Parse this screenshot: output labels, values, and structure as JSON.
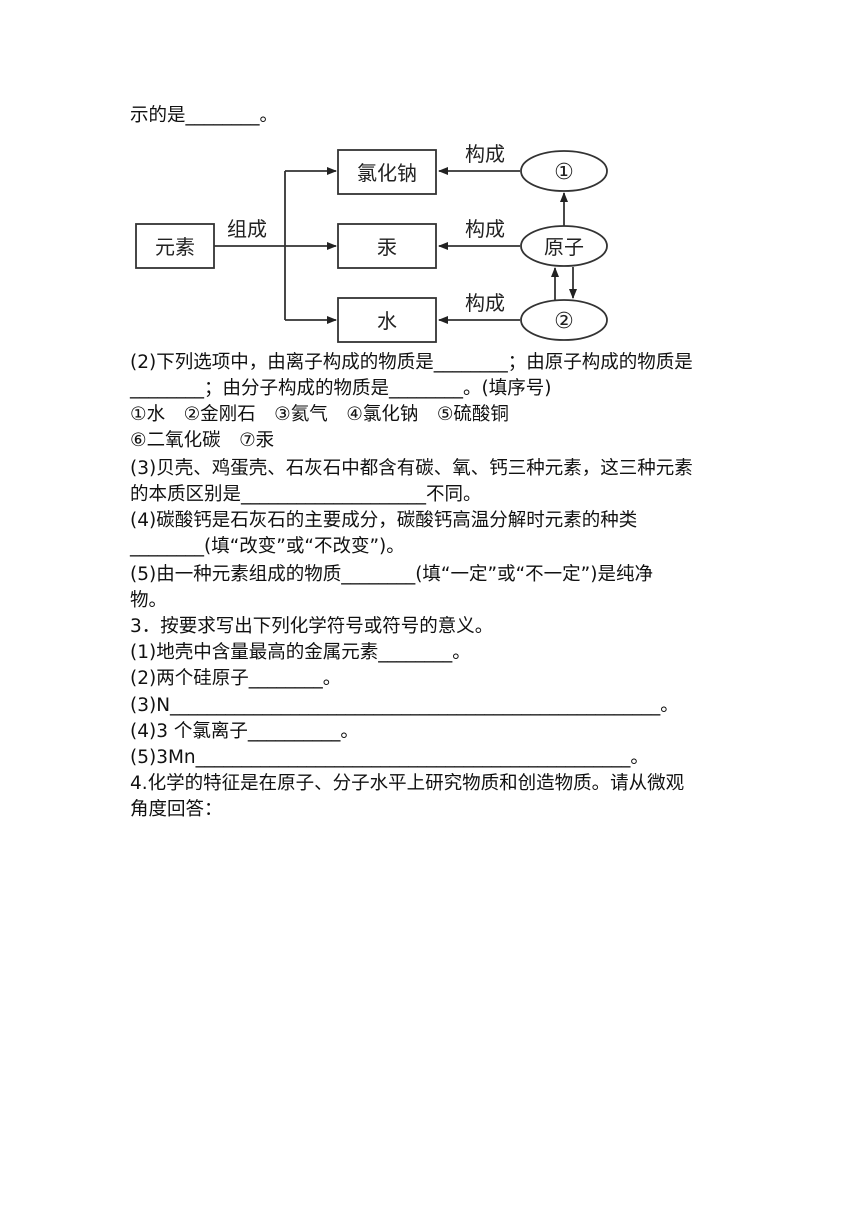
{
  "lines": {
    "l1": "示的是________。",
    "l2": "(2)下列选项中，由离子构成的物质是________；由原子构成的物质是",
    "l3": "________；由分子构成的物质是________。(填序号)",
    "l4": "①水　②金刚石　③氦气　④氯化钠　⑤硫酸铜",
    "l5": "⑥二氧化碳　⑦汞",
    "l6": "(3)贝壳、鸡蛋壳、石灰石中都含有碳、氧、钙三种元素，这三种元素",
    "l7": "的本质区别是____________________不同。",
    "l8": "(4)碳酸钙是石灰石的主要成分，碳酸钙高温分解时元素的种类",
    "l9": "________(填“改变”或“不改变”)。",
    "l10": "(5)由一种元素组成的物质________(填“一定”或“不一定”)是纯净",
    "l11": "物。",
    "l12": "3．按要求写出下列化学符号或符号的意义。",
    "l13": "(1)地壳中含量最高的金属元素________。",
    "l14": "(2)两个硅原子________。",
    "l15": "(3)N_____________________________________________________。",
    "l16": "(4)3 个氯离子__________。",
    "l17": "(5)3Mn_______________________________________________。",
    "l18": "4.化学的特征是在原子、分子水平上研究物质和创造物质。请从微观",
    "l19": "角度回答："
  },
  "diagram": {
    "element": "元素",
    "compose": "组成",
    "substance1": "氯化钠",
    "substance2": "汞",
    "substance3": "水",
    "form1": "构成",
    "form2": "构成",
    "form3": "构成",
    "particle1": "①",
    "atom": "原子",
    "particle2": "②"
  }
}
